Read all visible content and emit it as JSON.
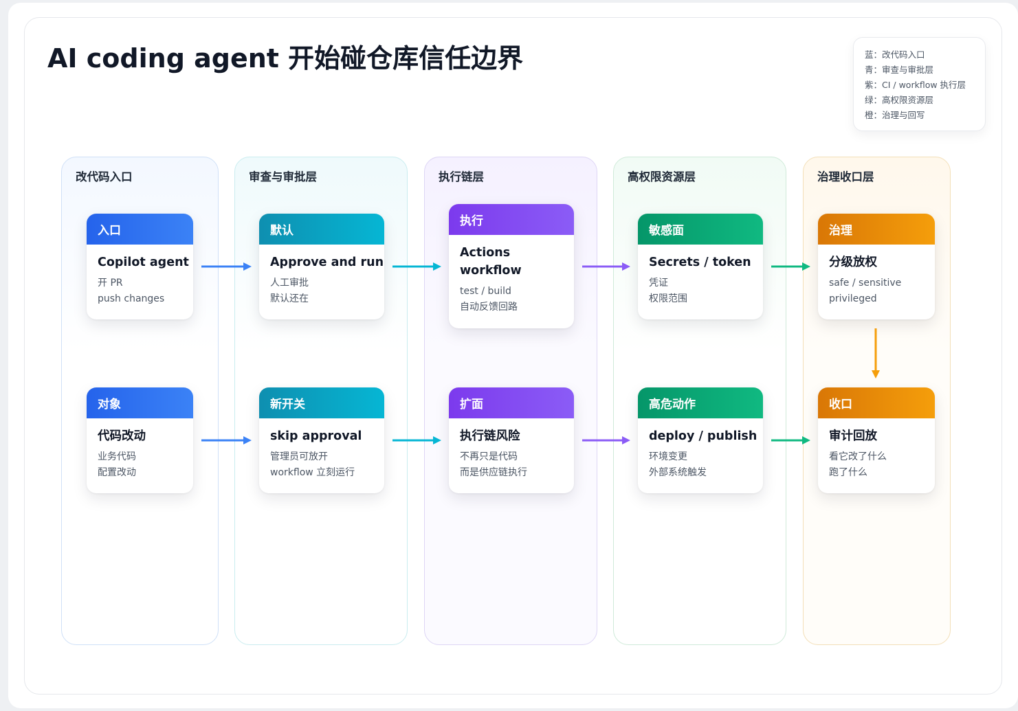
{
  "title": "AI coding agent 开始碰仓库信任边界",
  "legend": [
    "蓝：改代码入口",
    "青：审查与审批层",
    "紫：CI / workflow 执行层",
    "绿：高权限资源层",
    "橙：治理与回写"
  ],
  "colors": {
    "blue": "#3b82f6",
    "cyan": "#06b6d4",
    "purple": "#8b5cf6",
    "green": "#10b981",
    "orange": "#f59e0b"
  },
  "lanes": [
    {
      "title": "改代码入口",
      "cards": [
        {
          "tag": "入口",
          "title": "Copilot agent",
          "lines": [
            "开 PR",
            "push changes"
          ]
        },
        {
          "tag": "对象",
          "title": "代码改动",
          "lines": [
            "业务代码",
            "配置改动"
          ]
        }
      ]
    },
    {
      "title": "审查与审批层",
      "cards": [
        {
          "tag": "默认",
          "title": "Approve and run",
          "lines": [
            "人工审批",
            "默认还在"
          ]
        },
        {
          "tag": "新开关",
          "title": "skip approval",
          "lines": [
            "管理员可放开",
            "workflow 立刻运行"
          ]
        }
      ]
    },
    {
      "title": "执行链层",
      "cards": [
        {
          "tag": "执行",
          "title": "Actions workflow",
          "lines": [
            "test / build",
            "自动反馈回路"
          ]
        },
        {
          "tag": "扩面",
          "title": "执行链风险",
          "lines": [
            "不再只是代码",
            "而是供应链执行"
          ]
        }
      ]
    },
    {
      "title": "高权限资源层",
      "cards": [
        {
          "tag": "敏感面",
          "title": "Secrets / token",
          "lines": [
            "凭证",
            "权限范围"
          ]
        },
        {
          "tag": "高危动作",
          "title": "deploy / publish",
          "lines": [
            "环境变更",
            "外部系统触发"
          ]
        }
      ]
    },
    {
      "title": "治理收口层",
      "cards": [
        {
          "tag": "治理",
          "title": "分级放权",
          "lines": [
            "safe / sensitive",
            "privileged"
          ]
        },
        {
          "tag": "收口",
          "title": "审计回放",
          "lines": [
            "看它改了什么",
            "跑了什么"
          ]
        }
      ]
    }
  ]
}
